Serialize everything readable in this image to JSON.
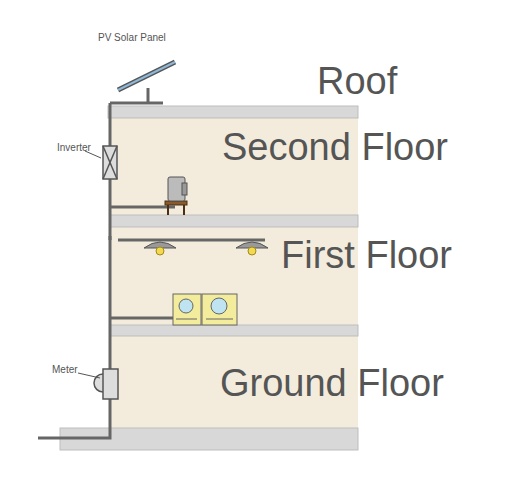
{
  "diagram": {
    "labels": [
      "PV Solar Panel",
      "Roof",
      "Second Floor",
      "First Floor",
      "Ground Floor",
      "Inverter",
      "Meter"
    ]
  }
}
